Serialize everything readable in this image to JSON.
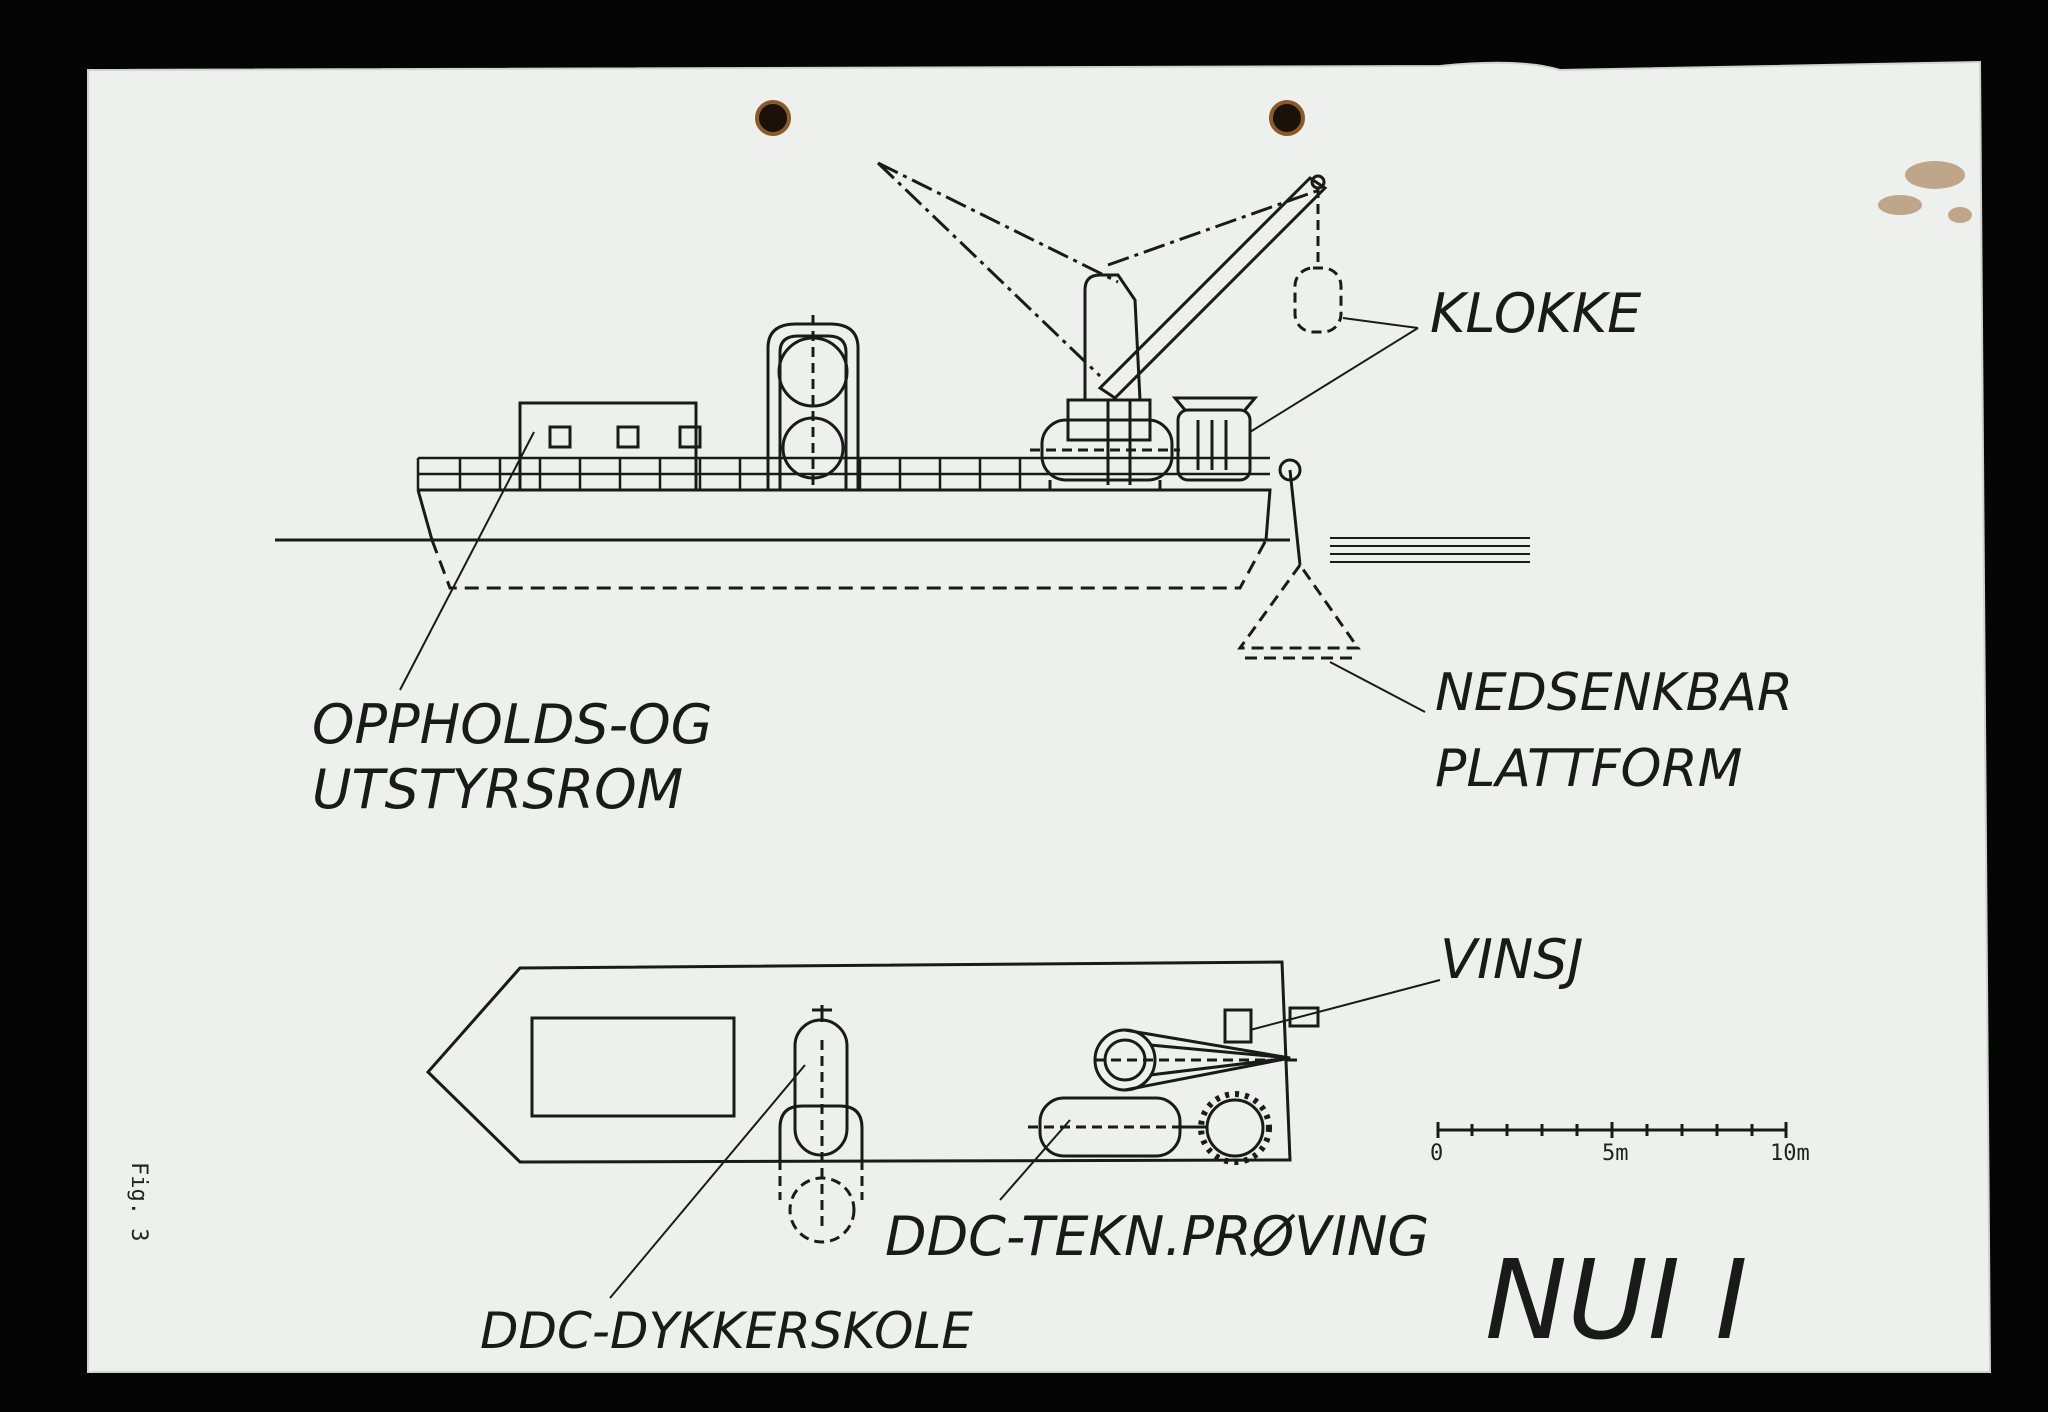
{
  "colors": {
    "background": "#050505",
    "paper": "#eef0ee",
    "ink": "#1a1a1a",
    "stain": "#9a6a3a"
  },
  "labels": {
    "klokke": "KLOKKE",
    "opphold_line1": "OPPHOLDS-OG",
    "opphold_line2": "UTSTYRSROM",
    "nedsenk_line1": "NEDSENKBAR",
    "nedsenk_line2": "PLATTFORM",
    "vinsj": "VINSJ",
    "tekn": "DDC-TEKN.PRØVING",
    "dykker": "DDC-DYKKERSKOLE",
    "title": "NUI I",
    "fig": "Fig. 3"
  },
  "scale_bar": {
    "ticks": [
      "0",
      "5m",
      "10m"
    ],
    "max_meters": 10
  }
}
